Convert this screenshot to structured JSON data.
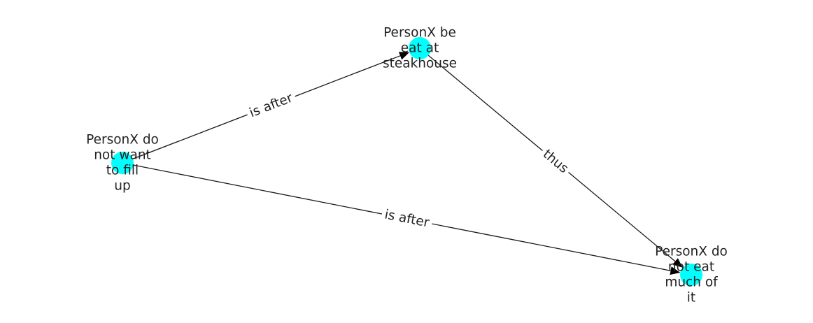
{
  "colors": {
    "node_fill": "#00ffff",
    "edge": "#1a1a1a",
    "text": "#222222",
    "background": "#ffffff"
  },
  "nodes": [
    {
      "id": "steakhouse",
      "lines": [
        "PersonX be",
        "eat at",
        "steakhouse"
      ]
    },
    {
      "id": "fill-up",
      "lines": [
        "PersonX do",
        "not want",
        "to fill",
        "up"
      ]
    },
    {
      "id": "not-eat",
      "lines": [
        "PersonX do",
        "not eat",
        "much of",
        "it"
      ]
    }
  ],
  "edges": [
    {
      "from": "fill-up",
      "to": "steakhouse",
      "label": "is after"
    },
    {
      "from": "steakhouse",
      "to": "not-eat",
      "label": "thus"
    },
    {
      "from": "fill-up",
      "to": "not-eat",
      "label": "is after"
    }
  ]
}
